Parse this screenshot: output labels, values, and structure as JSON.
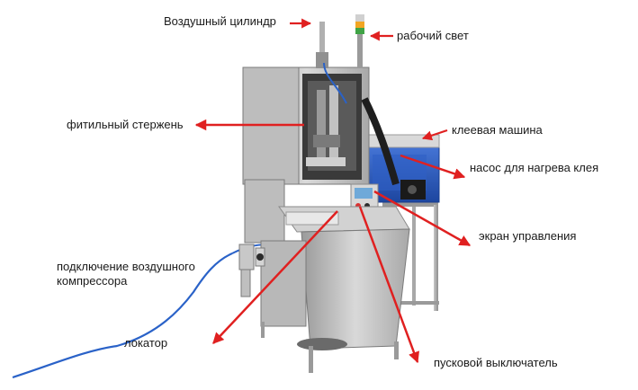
{
  "labels": {
    "air_cylinder": "Воздушный цилиндр",
    "work_light": "рабочий свет",
    "wick_rod": "фитильный стержень",
    "glue_machine": "клеевая машина",
    "glue_heating_pump": "насос для нагрева клея",
    "control_screen": "экран управления",
    "air_compressor_line1": "подключение воздушного",
    "air_compressor_line2": "компрессора",
    "locator": "локатор",
    "start_switch": "пусковой выключатель"
  },
  "colors": {
    "arrow": "#e02020",
    "steel_light": "#d8d8d8",
    "steel_mid": "#b8b8b8",
    "steel_dark": "#8a8a8a",
    "glue_machine_blue": "#2a56b8",
    "hose_blue": "#2a62c8",
    "hose_black": "#1e1e1e"
  }
}
